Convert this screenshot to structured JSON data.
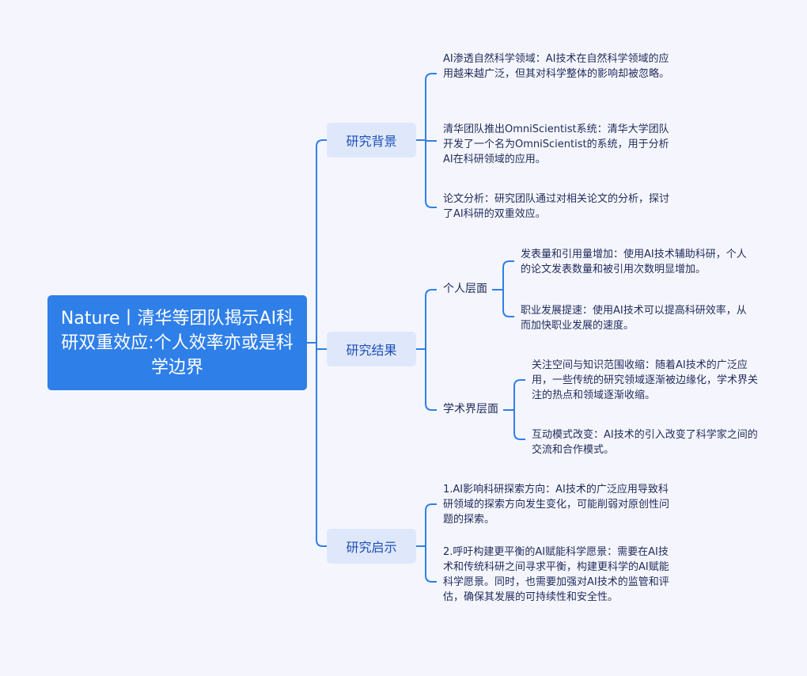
{
  "root": {
    "title": "Nature丨清华等团队揭示AI科研双重效应:个人效率亦或是科学边界"
  },
  "branches": [
    {
      "label": "研究背景",
      "leaves": [
        "AI渗透自然科学领域：AI技术在自然科学领域的应用越来越广泛，但其对科学整体的影响却被忽略。",
        "清华团队推出OmniScientist系统：清华大学团队开发了一个名为OmniScientist的系统，用于分析AI在科研领域的应用。",
        "论文分析：研究团队通过对相关论文的分析，探讨了AI科研的双重效应。"
      ]
    },
    {
      "label": "研究结果",
      "groups": [
        {
          "label": "个人层面",
          "leaves": [
            "发表量和引用量增加：使用AI技术辅助科研，个人的论文发表数量和被引用次数明显增加。",
            "职业发展提速：使用AI技术可以提高科研效率，从而加快职业发展的速度。"
          ]
        },
        {
          "label": "学术界层面",
          "leaves": [
            "关注空间与知识范围收缩：随着AI技术的广泛应用，一些传统的研究领域逐渐被边缘化，学术界关注的热点和领域逐渐收缩。",
            "互动模式改变：AI技术的引入改变了科学家之间的交流和合作模式。"
          ]
        }
      ]
    },
    {
      "label": "研究启示",
      "leaves": [
        "1.AI影响科研探索方向：AI技术的广泛应用导致科研领域的探索方向发生变化，可能削弱对原创性问题的探索。",
        "2.呼吁构建更平衡的AI赋能科学愿景：需要在AI技术和传统科研之间寻求平衡，构建更科学的AI赋能科学愿景。同时，也需要加强对AI技术的监管和评估，确保其发展的可持续性和安全性。"
      ]
    }
  ],
  "colors": {
    "accent": "#2f7fe8",
    "node_bg": "#dfe8fb",
    "background": "#f5f6fd"
  }
}
